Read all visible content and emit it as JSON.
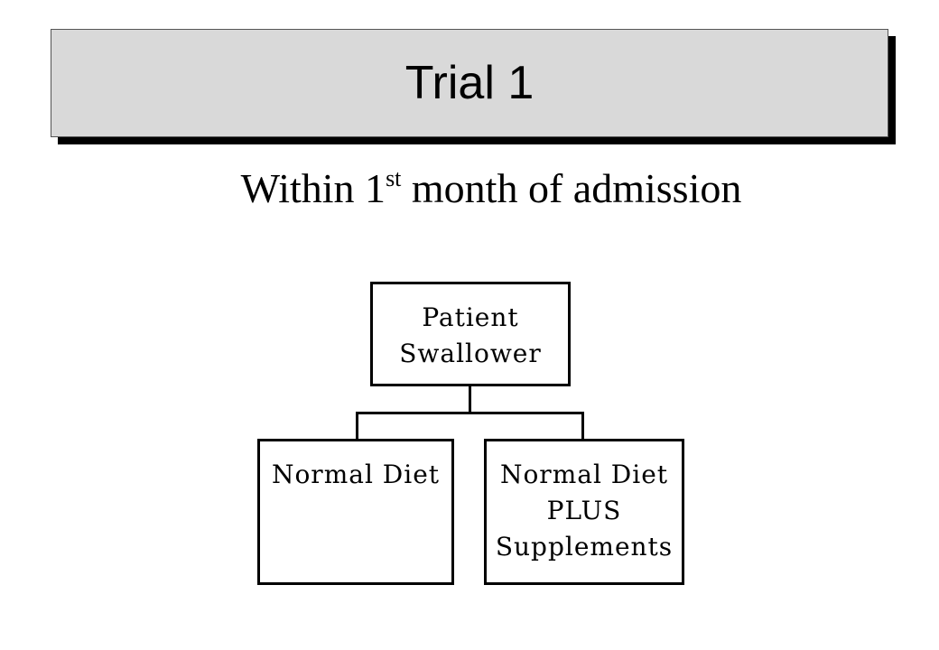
{
  "slide": {
    "title": "Trial 1",
    "subtitle": {
      "before": "Within 1",
      "superscript": "st",
      "after": " month of admission"
    }
  },
  "diagram": {
    "root": {
      "lines": [
        "Patient",
        "Swallower"
      ]
    },
    "children": [
      {
        "lines": [
          "Normal Diet"
        ]
      },
      {
        "lines": [
          "Normal Diet",
          "PLUS",
          "Supplements"
        ]
      }
    ]
  },
  "colors": {
    "title_fill": "#d9d9d9",
    "shadow": "#000000",
    "line": "#000000"
  }
}
